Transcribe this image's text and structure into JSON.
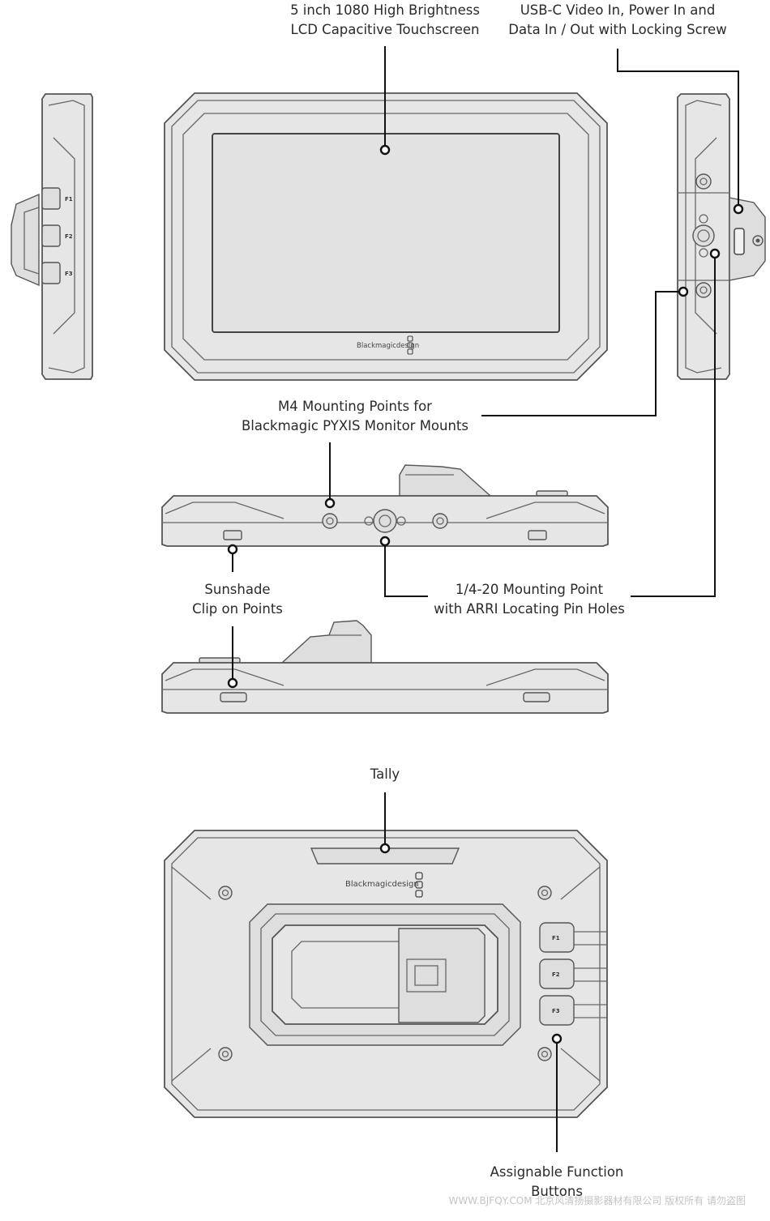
{
  "labels": {
    "touchscreen": [
      "5 inch 1080 High Brightness",
      "LCD Capacitive Touchscreen"
    ],
    "usbc": [
      "USB-C Video In, Power In and",
      "Data In / Out with Locking Screw"
    ],
    "m4": [
      "M4 Mounting Points for",
      "Blackmagic PYXIS Monitor Mounts"
    ],
    "sunshade": [
      "Sunshade",
      "Clip on Points"
    ],
    "mount_point": [
      "1/4-20 Mounting Point",
      "with ARRI Locating Pin Holes"
    ],
    "tally": "Tally",
    "function_buttons": [
      "Assignable Function",
      "Buttons"
    ]
  },
  "device": {
    "logo_text": "Blackmagicdesign",
    "buttons": [
      "F1",
      "F2",
      "F3"
    ]
  },
  "watermark": "WWW.BJFQY.COM 北京风清扬摄影器材有限公司 版权所有 请勿盗图"
}
